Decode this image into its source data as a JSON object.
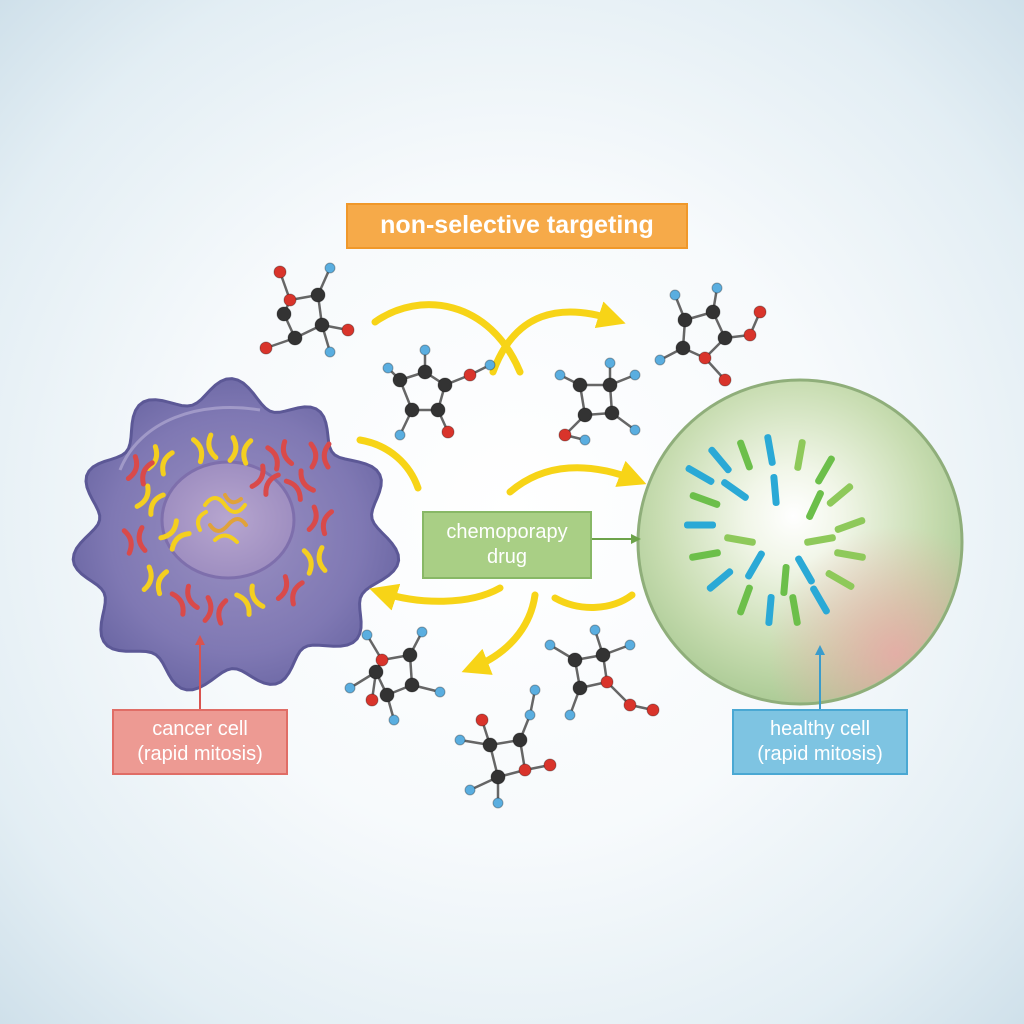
{
  "title": "non-selective targeting",
  "drug_label": {
    "line1": "chemoporapy",
    "line2": "drug"
  },
  "cancer_label": {
    "line1": "cancer cell",
    "line2": "(rapid mitosis)"
  },
  "healthy_label": {
    "line1": "healthy cell",
    "line2": "(rapid mitosis)"
  },
  "colors": {
    "title_box": "#f6aa49",
    "drug_box": "#a9cf85",
    "cancer_box": "#ed9a93",
    "healthy_box": "#7ec4e2",
    "arrow": "#f7d417",
    "atom_oxygen": "#d9342b",
    "atom_carbon": "#333333",
    "atom_hydrogen": "#5aaee0"
  }
}
